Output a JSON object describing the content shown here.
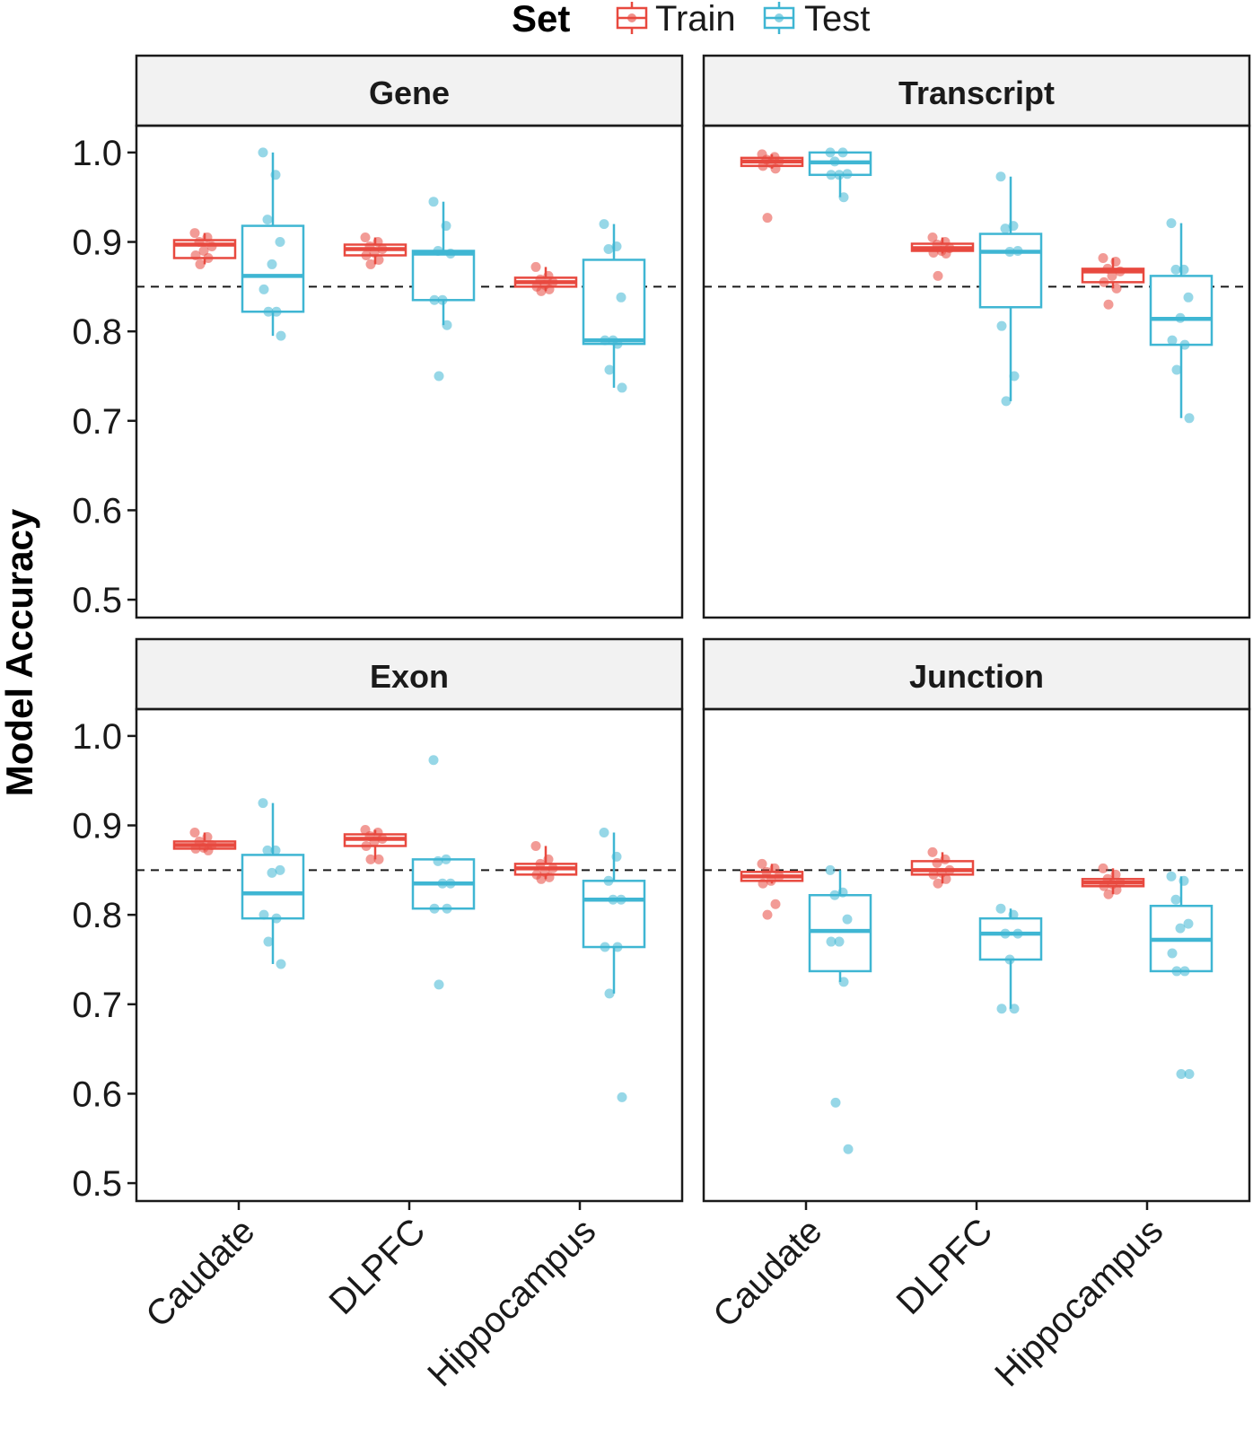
{
  "chart_data": {
    "type": "boxplot",
    "ylabel": "Model Accuracy",
    "ylim": [
      0.48,
      1.03
    ],
    "yticks": [
      0.5,
      0.6,
      0.7,
      0.8,
      0.9,
      1.0
    ],
    "ytick_labels": [
      "0.5",
      "0.6",
      "0.7",
      "0.8",
      "0.9",
      "1.0"
    ],
    "categories": [
      "Caudate",
      "DLPFC",
      "Hippocampus"
    ],
    "reference_line": 0.85,
    "grid": false,
    "legend": {
      "title": "Set",
      "position": "top",
      "entries": [
        {
          "name": "Train",
          "color": "#E8493F"
        },
        {
          "name": "Test",
          "color": "#3FB6D3"
        }
      ]
    },
    "panels": [
      {
        "title": "Gene",
        "series": [
          {
            "name": "Train",
            "boxes": [
              {
                "category": "Caudate",
                "min": 0.875,
                "q1": 0.882,
                "median": 0.897,
                "q3": 0.902,
                "max": 0.91,
                "points": [
                  0.91,
                  0.905,
                  0.9,
                  0.895,
                  0.89,
                  0.885,
                  0.882,
                  0.875
                ]
              },
              {
                "category": "DLPFC",
                "min": 0.875,
                "q1": 0.885,
                "median": 0.892,
                "q3": 0.897,
                "max": 0.905,
                "points": [
                  0.905,
                  0.9,
                  0.895,
                  0.892,
                  0.888,
                  0.885,
                  0.88,
                  0.875
                ]
              },
              {
                "category": "Hippocampus",
                "min": 0.845,
                "q1": 0.85,
                "median": 0.855,
                "q3": 0.86,
                "max": 0.872,
                "points": [
                  0.872,
                  0.862,
                  0.858,
                  0.855,
                  0.852,
                  0.85,
                  0.847,
                  0.845
                ]
              }
            ]
          },
          {
            "name": "Test",
            "boxes": [
              {
                "category": "Caudate",
                "min": 0.795,
                "q1": 0.822,
                "median": 0.862,
                "q3": 0.918,
                "max": 1.0,
                "points": [
                  1.0,
                  0.975,
                  0.925,
                  0.9,
                  0.875,
                  0.847,
                  0.822,
                  0.822,
                  0.795
                ]
              },
              {
                "category": "DLPFC",
                "min": 0.807,
                "q1": 0.835,
                "median": 0.887,
                "q3": 0.89,
                "max": 0.945,
                "points": [
                  0.945,
                  0.918,
                  0.89,
                  0.887,
                  0.835,
                  0.835,
                  0.807,
                  0.75
                ]
              },
              {
                "category": "Hippocampus",
                "min": 0.737,
                "q1": 0.786,
                "median": 0.79,
                "q3": 0.88,
                "max": 0.92,
                "points": [
                  0.92,
                  0.895,
                  0.892,
                  0.838,
                  0.79,
                  0.79,
                  0.786,
                  0.757,
                  0.737
                ]
              }
            ]
          }
        ]
      },
      {
        "title": "Transcript",
        "series": [
          {
            "name": "Train",
            "boxes": [
              {
                "category": "Caudate",
                "min": 0.982,
                "q1": 0.985,
                "median": 0.99,
                "q3": 0.994,
                "max": 0.998,
                "points": [
                  0.998,
                  0.995,
                  0.992,
                  0.99,
                  0.988,
                  0.985,
                  0.982,
                  0.927
                ]
              },
              {
                "category": "DLPFC",
                "min": 0.887,
                "q1": 0.89,
                "median": 0.893,
                "q3": 0.898,
                "max": 0.905,
                "points": [
                  0.905,
                  0.9,
                  0.897,
                  0.893,
                  0.89,
                  0.888,
                  0.887,
                  0.862
                ]
              },
              {
                "category": "Hippocampus",
                "min": 0.848,
                "q1": 0.855,
                "median": 0.867,
                "q3": 0.87,
                "max": 0.882,
                "points": [
                  0.882,
                  0.878,
                  0.87,
                  0.867,
                  0.862,
                  0.855,
                  0.848,
                  0.83
                ]
              }
            ]
          },
          {
            "name": "Test",
            "boxes": [
              {
                "category": "Caudate",
                "min": 0.95,
                "q1": 0.975,
                "median": 0.989,
                "q3": 1.0,
                "max": 1.0,
                "points": [
                  1.0,
                  1.0,
                  0.99,
                  0.976,
                  0.975,
                  0.975,
                  0.95
                ]
              },
              {
                "category": "DLPFC",
                "min": 0.722,
                "q1": 0.827,
                "median": 0.889,
                "q3": 0.909,
                "max": 0.973,
                "points": [
                  0.973,
                  0.918,
                  0.915,
                  0.89,
                  0.889,
                  0.806,
                  0.75,
                  0.722
                ]
              },
              {
                "category": "Hippocampus",
                "min": 0.703,
                "q1": 0.785,
                "median": 0.814,
                "q3": 0.862,
                "max": 0.921,
                "points": [
                  0.921,
                  0.869,
                  0.869,
                  0.838,
                  0.815,
                  0.79,
                  0.785,
                  0.757,
                  0.703
                ]
              }
            ]
          }
        ]
      },
      {
        "title": "Exon",
        "series": [
          {
            "name": "Train",
            "boxes": [
              {
                "category": "Caudate",
                "min": 0.872,
                "q1": 0.874,
                "median": 0.878,
                "q3": 0.882,
                "max": 0.892,
                "points": [
                  0.892,
                  0.887,
                  0.882,
                  0.878,
                  0.875,
                  0.874,
                  0.872
                ]
              },
              {
                "category": "DLPFC",
                "min": 0.862,
                "q1": 0.877,
                "median": 0.885,
                "q3": 0.89,
                "max": 0.895,
                "points": [
                  0.895,
                  0.892,
                  0.888,
                  0.885,
                  0.882,
                  0.877,
                  0.862,
                  0.862
                ]
              },
              {
                "category": "Hippocampus",
                "min": 0.84,
                "q1": 0.845,
                "median": 0.852,
                "q3": 0.857,
                "max": 0.877,
                "points": [
                  0.877,
                  0.862,
                  0.857,
                  0.852,
                  0.848,
                  0.845,
                  0.842,
                  0.84
                ]
              }
            ]
          },
          {
            "name": "Test",
            "boxes": [
              {
                "category": "Caudate",
                "min": 0.745,
                "q1": 0.796,
                "median": 0.824,
                "q3": 0.867,
                "max": 0.925,
                "points": [
                  0.925,
                  0.872,
                  0.872,
                  0.85,
                  0.847,
                  0.8,
                  0.796,
                  0.77,
                  0.745
                ]
              },
              {
                "category": "DLPFC",
                "min": 0.807,
                "q1": 0.807,
                "median": 0.835,
                "q3": 0.862,
                "max": 0.862,
                "points": [
                  0.973,
                  0.862,
                  0.86,
                  0.835,
                  0.835,
                  0.807,
                  0.807,
                  0.722
                ]
              },
              {
                "category": "Hippocampus",
                "min": 0.712,
                "q1": 0.764,
                "median": 0.817,
                "q3": 0.838,
                "max": 0.892,
                "points": [
                  0.892,
                  0.865,
                  0.838,
                  0.817,
                  0.817,
                  0.764,
                  0.764,
                  0.712,
                  0.596
                ]
              }
            ]
          }
        ]
      },
      {
        "title": "Junction",
        "series": [
          {
            "name": "Train",
            "boxes": [
              {
                "category": "Caudate",
                "min": 0.835,
                "q1": 0.838,
                "median": 0.843,
                "q3": 0.848,
                "max": 0.857,
                "points": [
                  0.857,
                  0.852,
                  0.848,
                  0.843,
                  0.838,
                  0.835,
                  0.812,
                  0.8
                ]
              },
              {
                "category": "DLPFC",
                "min": 0.835,
                "q1": 0.845,
                "median": 0.85,
                "q3": 0.86,
                "max": 0.87,
                "points": [
                  0.87,
                  0.862,
                  0.858,
                  0.85,
                  0.847,
                  0.845,
                  0.84,
                  0.835
                ]
              },
              {
                "category": "Hippocampus",
                "min": 0.823,
                "q1": 0.832,
                "median": 0.836,
                "q3": 0.84,
                "max": 0.852,
                "points": [
                  0.852,
                  0.845,
                  0.84,
                  0.836,
                  0.834,
                  0.832,
                  0.828,
                  0.823
                ]
              }
            ]
          },
          {
            "name": "Test",
            "boxes": [
              {
                "category": "Caudate",
                "min": 0.725,
                "q1": 0.737,
                "median": 0.782,
                "q3": 0.822,
                "max": 0.85,
                "points": [
                  0.85,
                  0.825,
                  0.822,
                  0.795,
                  0.77,
                  0.77,
                  0.725,
                  0.59,
                  0.538
                ]
              },
              {
                "category": "DLPFC",
                "min": 0.695,
                "q1": 0.75,
                "median": 0.779,
                "q3": 0.796,
                "max": 0.807,
                "points": [
                  0.807,
                  0.8,
                  0.779,
                  0.779,
                  0.75,
                  0.695,
                  0.695
                ]
              },
              {
                "category": "Hippocampus",
                "min": 0.737,
                "q1": 0.737,
                "median": 0.772,
                "q3": 0.81,
                "max": 0.843,
                "points": [
                  0.843,
                  0.838,
                  0.817,
                  0.79,
                  0.785,
                  0.757,
                  0.737,
                  0.737,
                  0.622,
                  0.622
                ]
              }
            ]
          }
        ]
      }
    ]
  }
}
